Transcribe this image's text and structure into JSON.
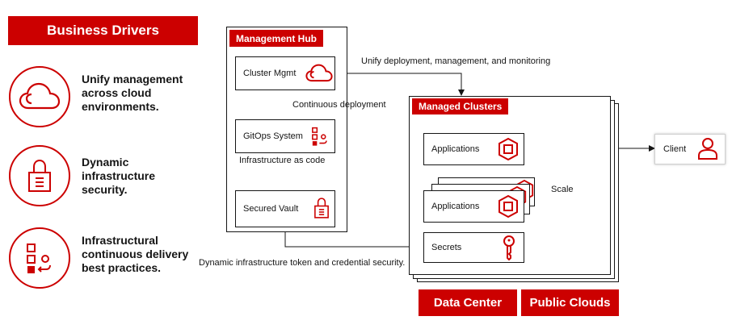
{
  "business_drivers": {
    "title": "Business Drivers",
    "items": [
      {
        "icon": "cloud-icon",
        "text": "Unify management across cloud environments."
      },
      {
        "icon": "lock-icon",
        "text": "Dynamic infrastructure security."
      },
      {
        "icon": "pipeline-icon",
        "text": "Infrastructural continuous delivery best practices."
      }
    ]
  },
  "management_hub": {
    "title": "Management Hub",
    "cluster_mgmt": "Cluster Mgmt",
    "continuous_deployment": "Continuous deployment",
    "gitops_system": "GitOps System",
    "infrastructure_as_code": "Infrastructure as code",
    "secured_vault": "Secured Vault"
  },
  "managed_clusters": {
    "title": "Managed Clusters",
    "applications_1": "Applications",
    "applications_2": "Applications",
    "scale": "Scale",
    "secrets": "Secrets"
  },
  "edges": {
    "unify_label": "Unify deployment, management, and monitoring",
    "token_label": "Dynamic infrastructure token and credential security."
  },
  "client": {
    "label": "Client"
  },
  "footer": {
    "data_center": "Data Center",
    "public_clouds": "Public Clouds"
  },
  "colors": {
    "accent": "#cc0000",
    "ink": "#151515",
    "white": "#ffffff"
  }
}
